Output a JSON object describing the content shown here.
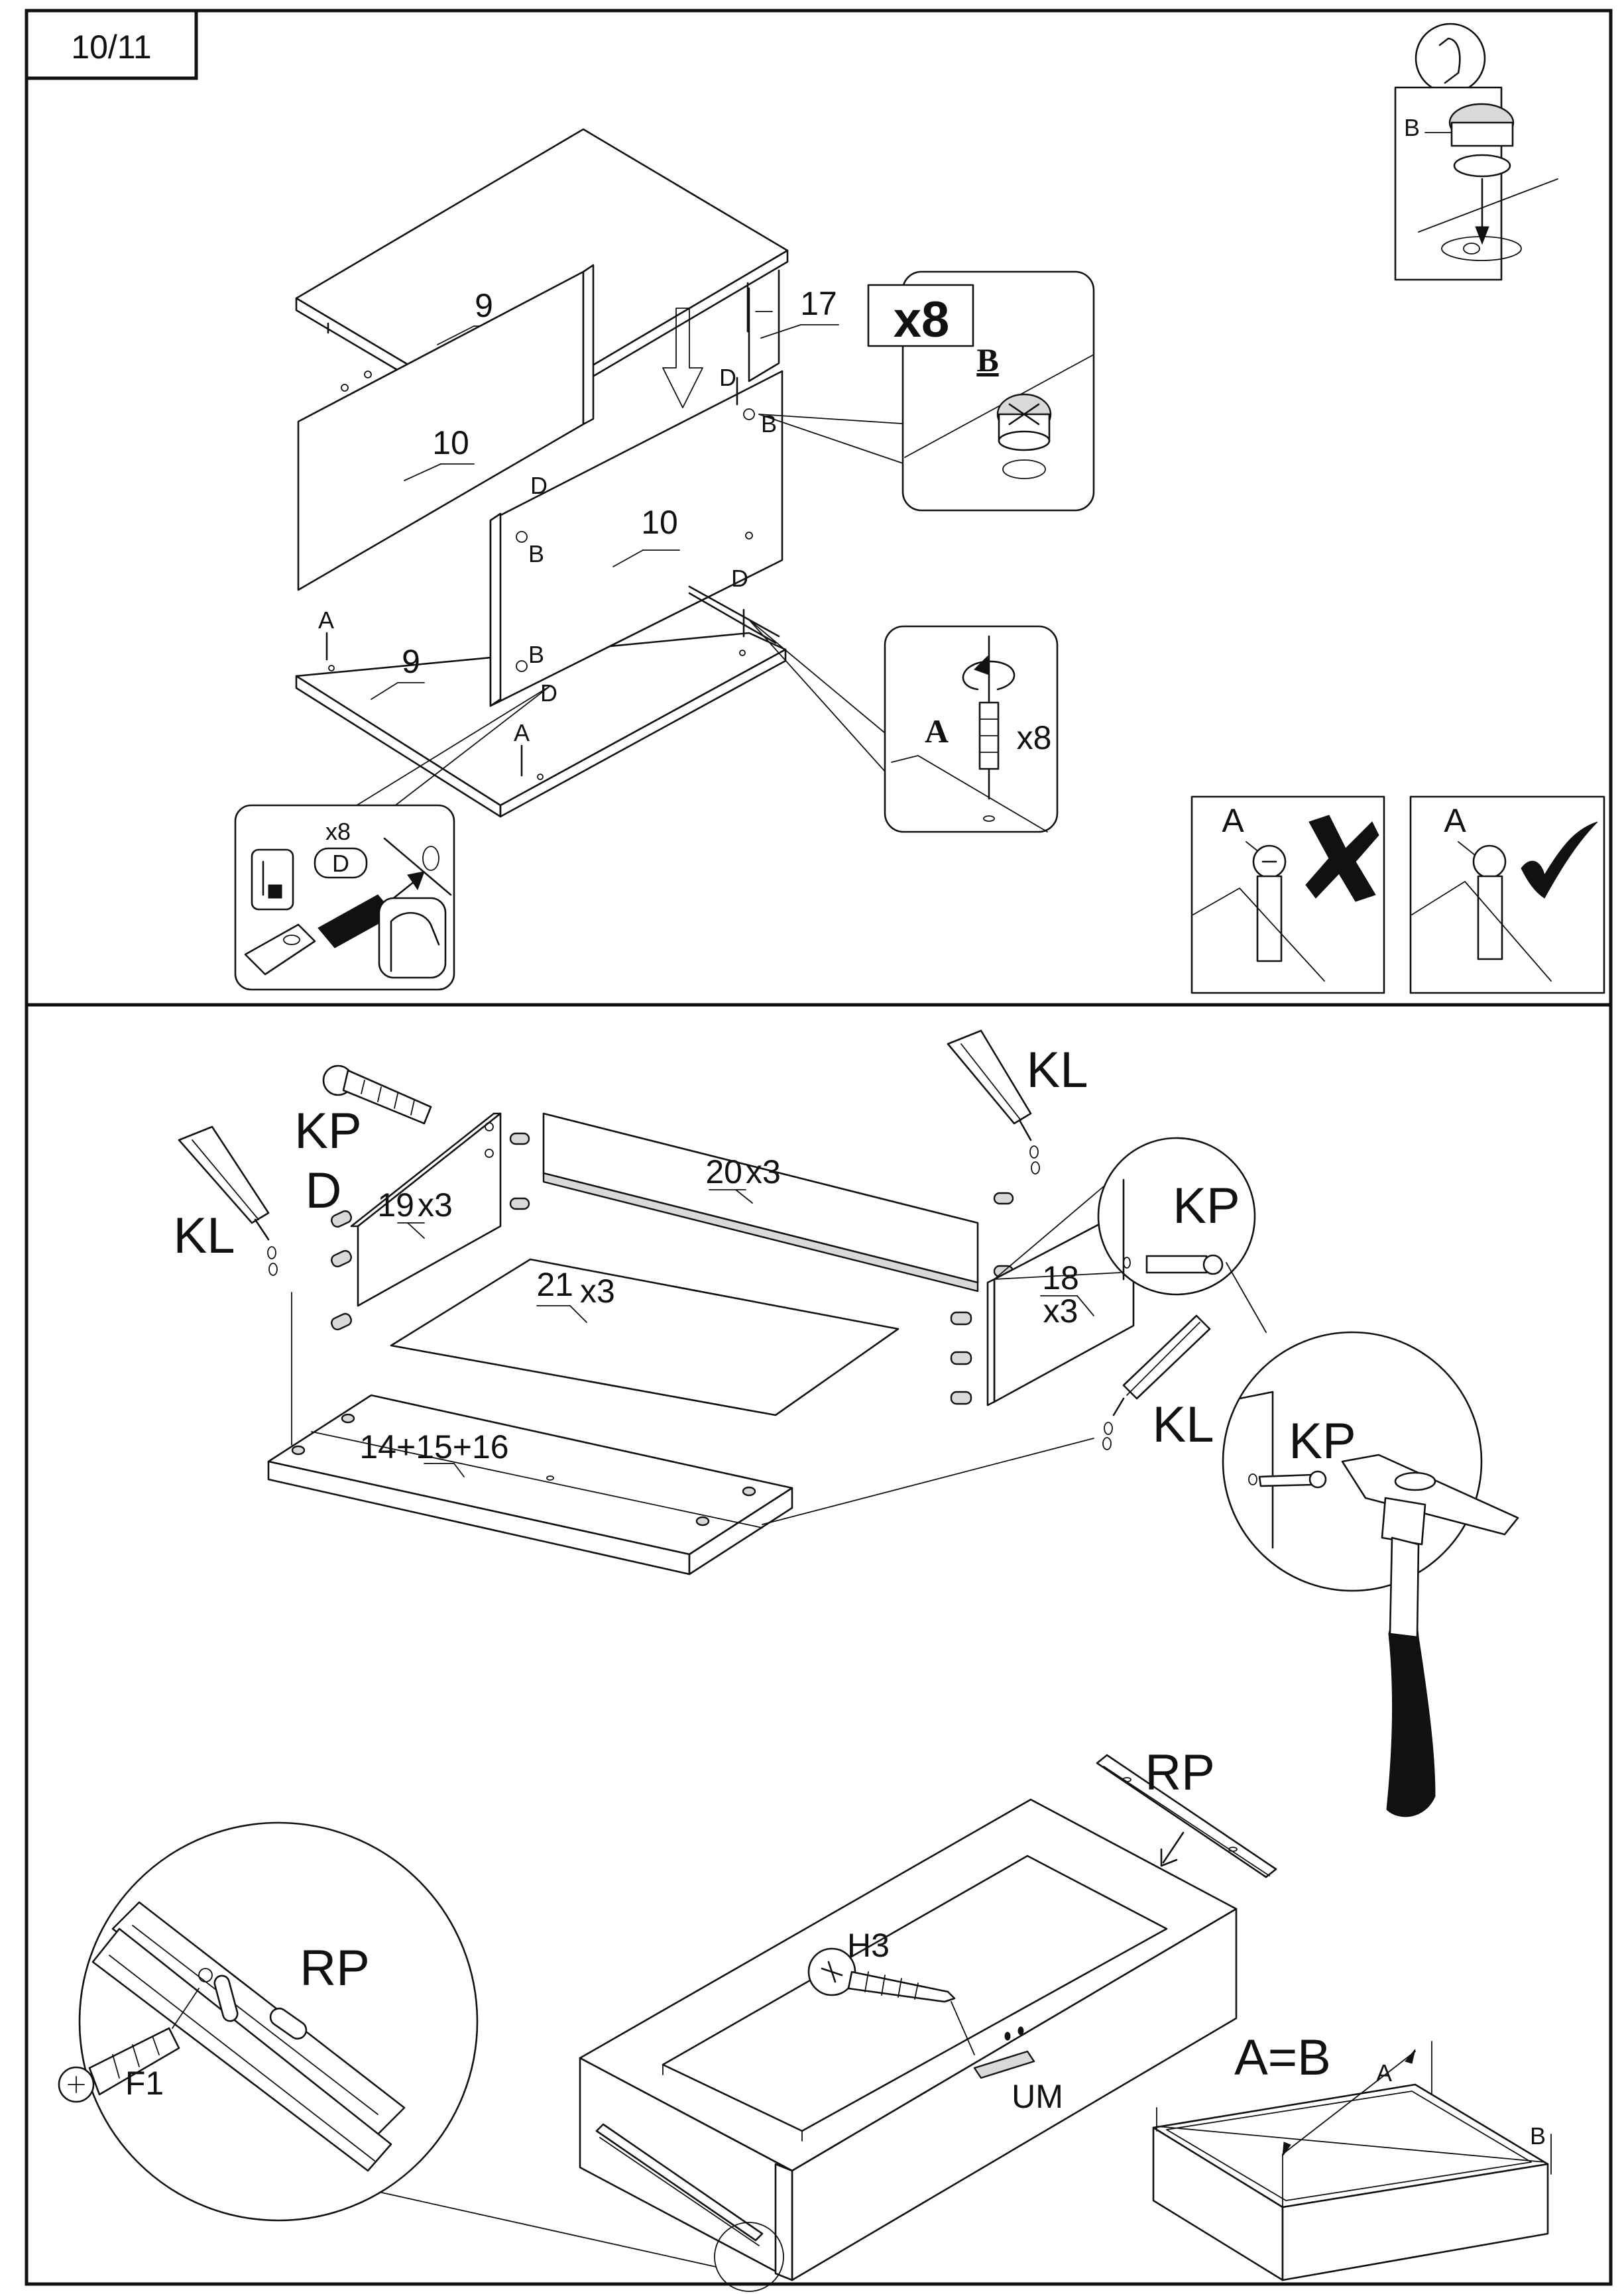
{
  "page": {
    "number": "10/11"
  },
  "step_top": {
    "panels": {
      "top": "9",
      "back": "17",
      "side_left": "10",
      "side_right": "10",
      "bottom": "9"
    },
    "fittings": {
      "dowel": "D",
      "cam": "B",
      "bolt": "A"
    },
    "callout_cam": {
      "qty": "x8",
      "part": "B"
    },
    "callout_bolt": {
      "qty": "x8",
      "part": "A"
    },
    "callout_dowel": {
      "qty": "x8",
      "part": "D"
    },
    "tip_cam": {
      "part": "B"
    },
    "check_wrong": {
      "part": "A",
      "icon": "cross-icon"
    },
    "check_right": {
      "part": "A",
      "icon": "checkmark-icon"
    }
  },
  "step_drawer": {
    "parts": {
      "side_left": "19",
      "side_left_qty": "x3",
      "back": "20",
      "back_qty": "x3",
      "bottom": "21",
      "bottom_qty": "x3",
      "side_right": "18",
      "side_right_qty": "x3",
      "front": "14+15+16"
    },
    "fittings": {
      "kl_1": "KL",
      "kl_2": "KL",
      "kl_3": "KL",
      "kp_1": "KP",
      "kp_2": "KP",
      "kp_3": "KP",
      "dowel": "D"
    }
  },
  "step_runner": {
    "rail_top": "RP",
    "rail_zoom": "RP",
    "screw_zoom": "F1",
    "screw": "H3",
    "handle": "UM",
    "diagonal_check": {
      "title": "A=B",
      "a": "A",
      "b": "B"
    }
  }
}
